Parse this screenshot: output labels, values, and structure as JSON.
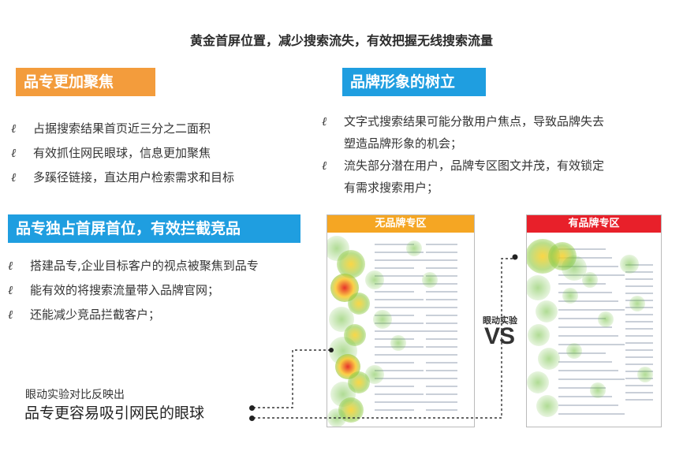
{
  "title": "黄金首屏位置，减少搜索流失，有效把握无线搜索流量",
  "left": {
    "tag1": "品专更加聚焦",
    "items1": [
      "占据搜索结果首页近三分之二面积",
      "有效抓住网民眼球，信息更加聚焦",
      "多蹊径链接，直达用户检索需求和目标"
    ],
    "tag2": "品专独占首屏首位，有效拦截竞品",
    "items2": [
      "搭建品专,企业目标客户的视点被聚焦到品专",
      "能有效的将搜索流量带入品牌官网；",
      "还能减少竞品拦截客户；"
    ]
  },
  "right": {
    "tag": "品牌形象的树立",
    "items": [
      {
        "line1": "文字式搜索结果可能分散用户焦点，导致品牌失去",
        "line2": "塑造品牌形象的机会；"
      },
      {
        "line1": "流失部分潜在用户，品牌专区图文并茂，有效锁定",
        "line2": "有需求搜索用户；"
      }
    ]
  },
  "bullet_glyph": "ℓ",
  "heatmap": {
    "left_label": "无品牌专区",
    "right_label": "有品牌专区",
    "left_color": "#f5a623",
    "right_color": "#e8202a",
    "eye_label": "眼动实验",
    "vs": "VS"
  },
  "bottom": {
    "line1": "眼动实验对比反映出",
    "line2": "品专更容易吸引网民的眼球"
  }
}
